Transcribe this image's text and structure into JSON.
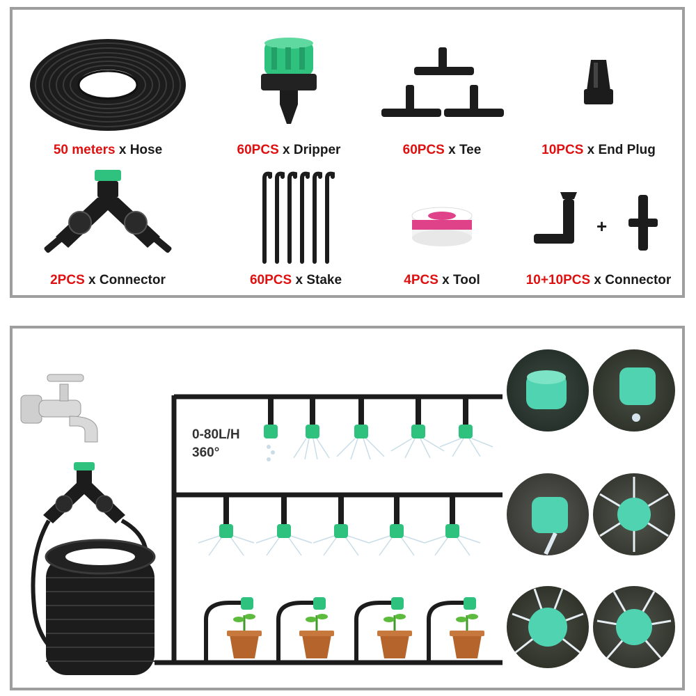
{
  "kit_items": [
    {
      "qty": "50 meters",
      "sep": " x ",
      "name": "Hose",
      "icon": "hose-coil-icon"
    },
    {
      "qty": "60PCS",
      "sep": " x ",
      "name": "Dripper",
      "icon": "dripper-icon"
    },
    {
      "qty": "60PCS",
      "sep": " x ",
      "name": "Tee",
      "icon": "tee-connector-icon"
    },
    {
      "qty": "10PCS",
      "sep": " x ",
      "name": "End Plug",
      "icon": "end-plug-icon"
    },
    {
      "qty": "2PCS",
      "sep": " x ",
      "name": "Connector",
      "icon": "y-splitter-icon"
    },
    {
      "qty": "60PCS",
      "sep": " x ",
      "name": "Stake",
      "icon": "stake-icon"
    },
    {
      "qty": "4PCS",
      "sep": " x ",
      "name": "Tool",
      "icon": "thread-tape-icon"
    },
    {
      "qty": "10+10PCS",
      "sep": " x ",
      "name": "Connector",
      "icon": "elbow-straight-connector-icon"
    }
  ],
  "diagram": {
    "flow_rate": "0-80L/H",
    "spray_angle": "360°"
  },
  "colors": {
    "quantity": "#e01010",
    "dripper_green": "#2ec27e",
    "tube_black": "#1c1c1c",
    "panel_border": "#9e9e9e",
    "pot_brown": "#b5652b"
  }
}
